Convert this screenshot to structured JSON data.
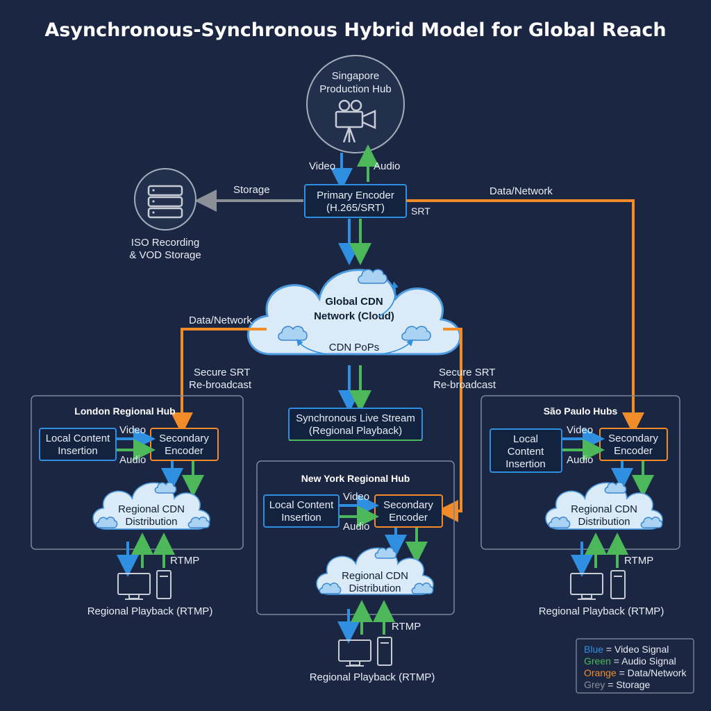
{
  "title": "Asynchronous-Synchronous Hybrid Model for Global Reach",
  "production_hub": {
    "line1": "Singapore",
    "line2": "Production Hub",
    "icon": "video-camera-icon"
  },
  "signals": {
    "video": "Video",
    "audio": "Audio",
    "storage": "Storage",
    "data_network": "Data/Network",
    "srt": "SRT",
    "rtmp": "RTMP"
  },
  "primary_encoder": {
    "line1": "Primary Encoder",
    "line2": "(H.265/SRT)"
  },
  "storage_node": {
    "line1": "ISO Recording",
    "line2": "& VOD Storage",
    "icon": "server-storage-icon"
  },
  "cdn": {
    "line1": "Global CDN",
    "line2": "Network (Cloud)",
    "pops": "CDN PoPs"
  },
  "secure_srt": {
    "line1": "Secure SRT",
    "line2": "Re-broadcast"
  },
  "sync_stream": {
    "line1": "Synchronous Live Stream",
    "line2": "(Regional Playback)"
  },
  "hubs": {
    "london": {
      "title": "London Regional Hub",
      "local": [
        "Local Content",
        "Insertion"
      ],
      "encoder": [
        "Secondary",
        "Encoder"
      ],
      "cdn": [
        "Regional CDN",
        "Distribution"
      ],
      "playback": "Regional Playback (RTMP)"
    },
    "new_york": {
      "title": "New York Regional Hub",
      "local": [
        "Local Content",
        "Insertion"
      ],
      "encoder": [
        "Secondary",
        "Encoder"
      ],
      "cdn": [
        "Regional CDN",
        "Distribution"
      ],
      "playback": "Regional Playback (RTMP)"
    },
    "sao_paulo": {
      "title": "São Paulo Hubs",
      "local": [
        "Local",
        "Content",
        "Insertion"
      ],
      "encoder": [
        "Secondary",
        "Encoder"
      ],
      "cdn": [
        "Regional CDN",
        "Distribution"
      ],
      "playback": "Regional Playback (RTMP)"
    }
  },
  "legend": [
    {
      "key": "Blue",
      "text": " = Video Signal",
      "color": "#2f8fe0"
    },
    {
      "key": "Green",
      "text": " = Audio Signal",
      "color": "#4cb85a"
    },
    {
      "key": "Orange",
      "text": " = Data/Network",
      "color": "#f28c28"
    },
    {
      "key": "Grey",
      "text": " = Storage",
      "color": "#8a8f98"
    }
  ],
  "colors": {
    "background": "#1b2742",
    "video": "#2f8fe0",
    "audio": "#4cb85a",
    "data": "#f28c28",
    "storage": "#8a8f98"
  }
}
